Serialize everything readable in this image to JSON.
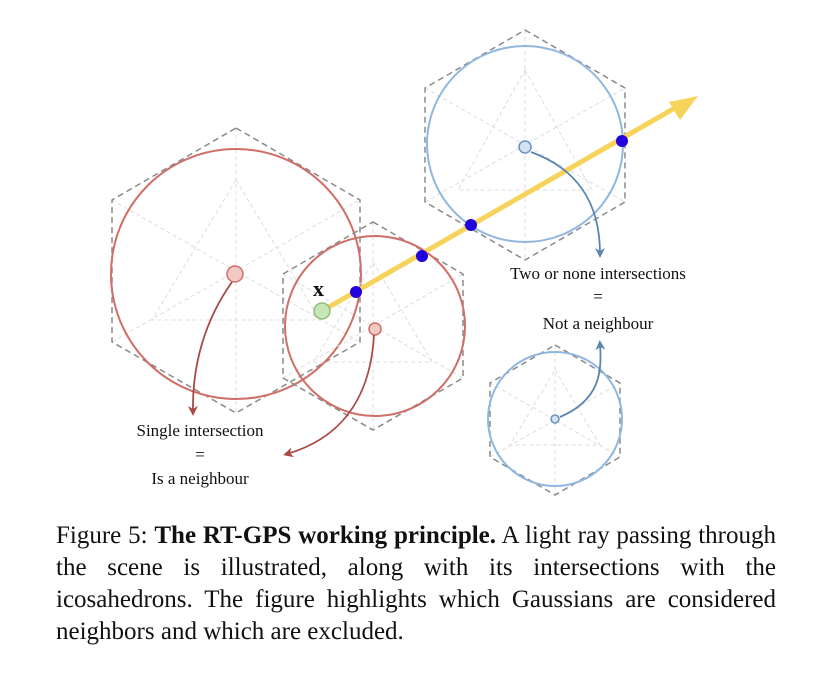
{
  "diagram": {
    "point_label": "x",
    "label_two_line1": "Two or none intersections",
    "label_two_eq": "=",
    "label_two_line2": "Not a neighbour",
    "label_single_line1": "Single intersection",
    "label_single_eq": "=",
    "label_single_line2": "Is a neighbour",
    "colors": {
      "red_gaussian": "#cf6f68",
      "blue_gaussian": "#8fb7df",
      "ray": "#f6d35b",
      "intersection": "#2200dd",
      "origin": "#9ccf86",
      "red_arrow": "#a84a45",
      "blue_arrow": "#5a85ad",
      "hexagon": "#8a8a8a"
    }
  },
  "caption": {
    "prefix": "Figure 5: ",
    "bold": "The RT-GPS working principle.",
    "text": " A light ray passing through the scene is illustrated, along with its intersections with the icosahedrons. The figure highlights which Gaussians are considered neighbors and which are excluded."
  }
}
